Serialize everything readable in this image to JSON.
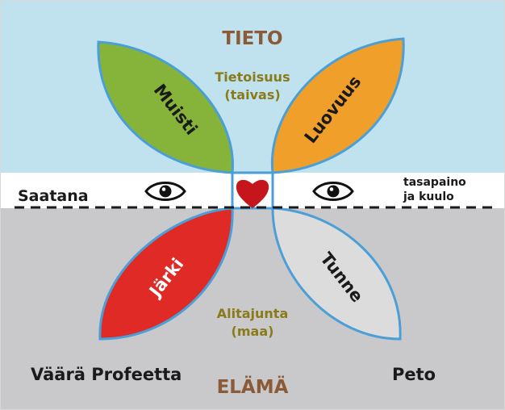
{
  "top_title": "TIETO",
  "bottom_title": "ELÄMÄ",
  "upper_center": [
    "Tietoisuus",
    "(taivas)"
  ],
  "lower_center": [
    "Alitajunta",
    "(maa)"
  ],
  "left_middle_label": "Saatana",
  "right_middle_label": [
    "tasapaino",
    "ja kuulo"
  ],
  "bottom_left_label": "Väärä Profeetta",
  "bottom_right_label": "Peto",
  "petals": {
    "top_left": "Muisti",
    "top_right": "Luovuus",
    "bottom_left": "Järki",
    "bottom_right": "Tunne"
  },
  "colors": {
    "sky": "#bfe2ee",
    "ground": "#c9c9cb",
    "petal_outline": "#4b9fd6",
    "muisti": "#86b43a",
    "luovuus": "#f0a02a",
    "jarki": "#e02a26",
    "tunne": "#dcdcdc",
    "title_brown": "#8b5a36",
    "center_olive": "#8a7a1a",
    "heart": "#c4161c"
  },
  "icons": [
    "eye-icon",
    "heart-icon"
  ]
}
